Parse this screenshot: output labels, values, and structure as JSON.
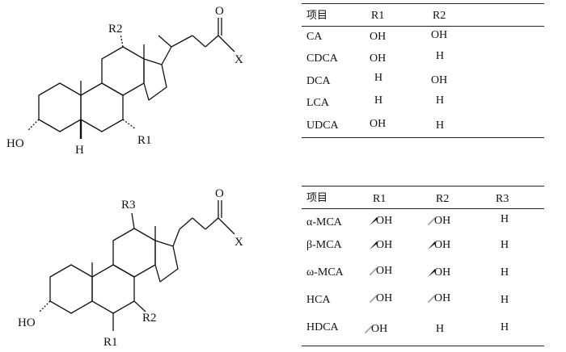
{
  "structure_top": {
    "labels": {
      "r2": "R2",
      "r1": "R1",
      "ho": "HO",
      "h": "H",
      "x": "X",
      "o": "O"
    }
  },
  "structure_bottom": {
    "labels": {
      "r3": "R3",
      "r2": "R2",
      "r1": "R1",
      "ho": "HO",
      "x": "X",
      "o": "O"
    }
  },
  "table_top": {
    "headers": [
      "项目",
      "R1",
      "R2"
    ],
    "rows": [
      [
        "CA",
        "OH",
        "OH"
      ],
      [
        "CDCA",
        "OH",
        "H"
      ],
      [
        "DCA",
        "H",
        "OH"
      ],
      [
        "LCA",
        "H",
        "H"
      ],
      [
        "UDCA",
        "OH",
        "H"
      ]
    ]
  },
  "table_bottom": {
    "headers": [
      "项目",
      "R1",
      "R2",
      "R3"
    ],
    "rows": [
      {
        "name": "α-MCA",
        "r1": "OH",
        "r1_bond": "wedge",
        "r2": "OH",
        "r2_bond": "hash",
        "r3": "H"
      },
      {
        "name": "β-MCA",
        "r1": "OH",
        "r1_bond": "wedge",
        "r2": "OH",
        "r2_bond": "wedge",
        "r3": "H"
      },
      {
        "name": "ω-MCA",
        "r1": "OH",
        "r1_bond": "hash",
        "r2": "OH",
        "r2_bond": "wedge",
        "r3": "H"
      },
      {
        "name": "HCA",
        "r1": "OH",
        "r1_bond": "hash",
        "r2": "OH",
        "r2_bond": "hash",
        "r3": "H"
      },
      {
        "name": "HDCA",
        "r1": "OH",
        "r1_bond": "hash",
        "r2": "H",
        "r2_bond": "none",
        "r3": "H"
      }
    ]
  }
}
